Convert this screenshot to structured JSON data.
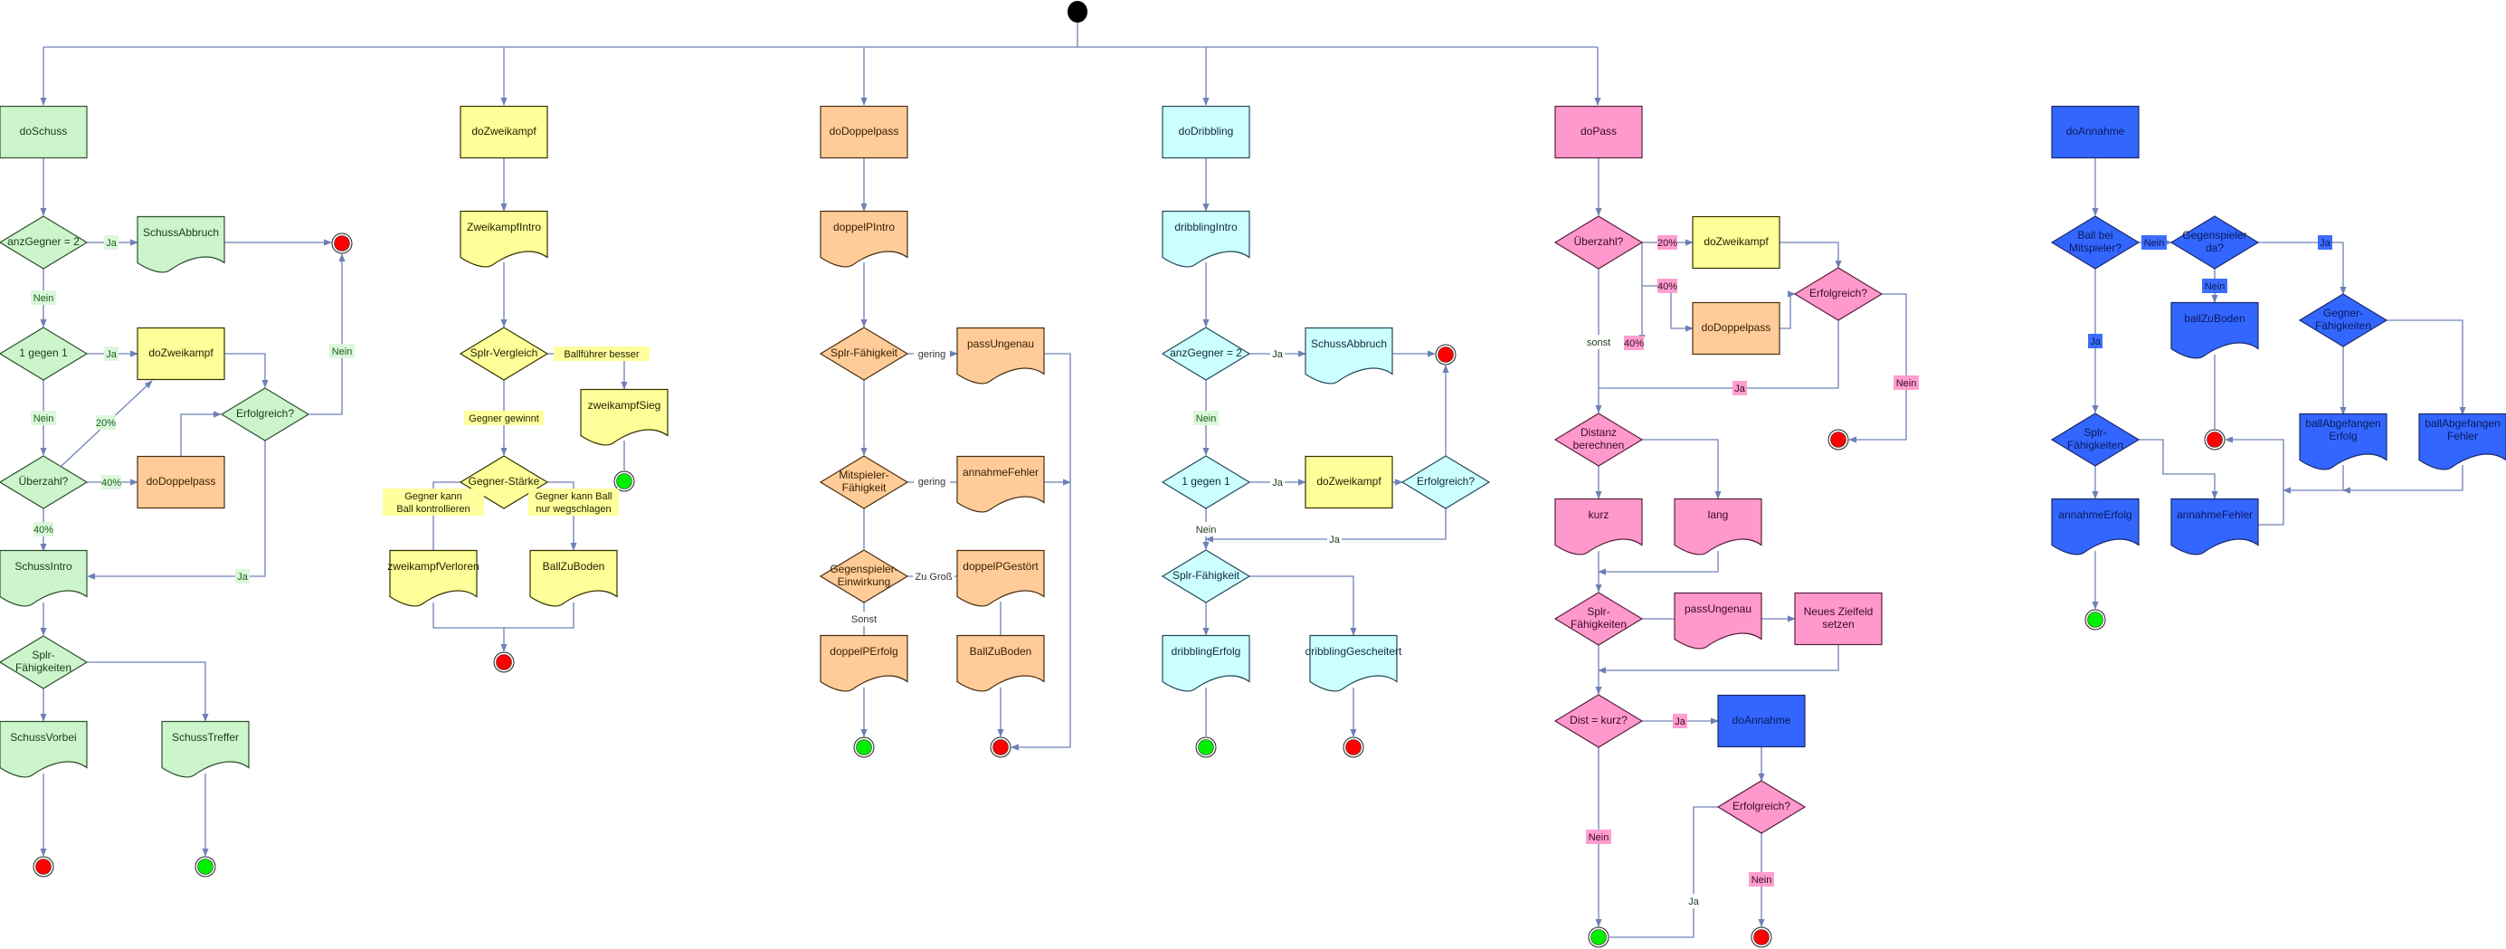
{
  "title": "Spielzug-Ablaufdiagramm",
  "palette": {
    "green": {
      "fill": "#ccf5cc",
      "stroke": "#2f4f2f",
      "text": "#1a3a1a",
      "labelBg": "#d9f7d9",
      "labelText": "#1a5c1a"
    },
    "yellow": {
      "fill": "#ffff99",
      "stroke": "#333300",
      "text": "#222200",
      "labelBg": "#ffff99",
      "labelText": "#222200"
    },
    "orange": {
      "fill": "#ffcc99",
      "stroke": "#4a2e10",
      "text": "#3a2000",
      "labelBg": "#ffffff",
      "labelText": "#333333"
    },
    "cyan": {
      "fill": "#ccffff",
      "stroke": "#244a5a",
      "text": "#102a3a",
      "labelBg": "#ffffff",
      "labelText": "#1a3a1a"
    },
    "pink": {
      "fill": "#ff99cc",
      "stroke": "#5a1f3f",
      "text": "#3a0a25",
      "labelBg": "#ff99cc",
      "labelText": "#3a0a25"
    },
    "blue": {
      "fill": "#3366ff",
      "stroke": "#1a2a6a",
      "text": "#0a1a5a",
      "labelBg": "#3366ff",
      "labelText": "#0a1a5a"
    },
    "edge": "#6f80b8",
    "endFail": "#ff0000",
    "endSuccess": "#00ee00",
    "start": "#000000"
  },
  "nodes": [
    {
      "id": "start",
      "type": "start",
      "label": ""
    },
    {
      "id": "g_doSchuss",
      "type": "process",
      "color": "green",
      "label": "doSchuss"
    },
    {
      "id": "g_anzGegner",
      "type": "decision",
      "color": "green",
      "label": "anzGegner = 2"
    },
    {
      "id": "g_SchussAbbruch",
      "type": "document",
      "color": "green",
      "label": "SchussAbbruch"
    },
    {
      "id": "g_end1",
      "type": "end-fail"
    },
    {
      "id": "g_1gegen1",
      "type": "decision",
      "color": "green",
      "label": "1 gegen 1"
    },
    {
      "id": "g_doZweikampf",
      "type": "process",
      "color": "yellow",
      "label": "doZweikampf"
    },
    {
      "id": "g_Erfolgreich",
      "type": "decision",
      "color": "green",
      "label": "Erfolgreich?"
    },
    {
      "id": "g_Ueberzahl",
      "type": "decision",
      "color": "green",
      "label": "Überzahl?"
    },
    {
      "id": "g_doDoppelpass",
      "type": "process",
      "color": "orange",
      "label": "doDoppelpass"
    },
    {
      "id": "g_SchussIntro",
      "type": "document",
      "color": "green",
      "label": "SchussIntro"
    },
    {
      "id": "g_SplrFaehigkeiten",
      "type": "decision",
      "color": "green",
      "label": "Splr-\nFähigkeiten"
    },
    {
      "id": "g_SchussVorbei",
      "type": "document",
      "color": "green",
      "label": "SchussVorbei"
    },
    {
      "id": "g_SchussTreffer",
      "type": "document",
      "color": "green",
      "label": "SchussTreffer"
    },
    {
      "id": "g_end2",
      "type": "end-fail"
    },
    {
      "id": "g_end3",
      "type": "end-success"
    },
    {
      "id": "y_doZweikampf",
      "type": "process",
      "color": "yellow",
      "label": "doZweikampf"
    },
    {
      "id": "y_Intro",
      "type": "document",
      "color": "yellow",
      "label": "ZweikampfIntro"
    },
    {
      "id": "y_SplrVergleich",
      "type": "decision",
      "color": "yellow",
      "label": "Splr-Vergleich"
    },
    {
      "id": "y_Sieg",
      "type": "document",
      "color": "yellow",
      "label": "zweikampfSieg"
    },
    {
      "id": "y_end1",
      "type": "end-success"
    },
    {
      "id": "y_GegnerStaerke",
      "type": "decision",
      "color": "yellow",
      "label": "Gegner-Stärke"
    },
    {
      "id": "y_Verloren",
      "type": "document",
      "color": "yellow",
      "label": "zweikampfVerloren"
    },
    {
      "id": "y_BallZuBoden",
      "type": "document",
      "color": "yellow",
      "label": "BallZuBoden"
    },
    {
      "id": "y_end2",
      "type": "end-fail"
    },
    {
      "id": "o_doDoppelpass",
      "type": "process",
      "color": "orange",
      "label": "doDoppelpass"
    },
    {
      "id": "o_Intro",
      "type": "document",
      "color": "orange",
      "label": "doppelPIntro"
    },
    {
      "id": "o_SplrFaehigkeit",
      "type": "decision",
      "color": "orange",
      "label": "Splr-Fähigkeit"
    },
    {
      "id": "o_passUngenau",
      "type": "document",
      "color": "orange",
      "label": "passUngenau"
    },
    {
      "id": "o_Mitspieler",
      "type": "decision",
      "color": "orange",
      "label": "Mitspieler-\nFähigkeit"
    },
    {
      "id": "o_annahmeFehler",
      "type": "document",
      "color": "orange",
      "label": "annahmeFehler"
    },
    {
      "id": "o_Gegenspieler",
      "type": "decision",
      "color": "orange",
      "label": "Gegenspieler-\nEinwirkung"
    },
    {
      "id": "o_Gestoert",
      "type": "document",
      "color": "orange",
      "label": "doppelPGestört"
    },
    {
      "id": "o_Erfolg",
      "type": "document",
      "color": "orange",
      "label": "doppelPErfolg"
    },
    {
      "id": "o_BallZuBoden",
      "type": "document",
      "color": "orange",
      "label": "BallZuBoden"
    },
    {
      "id": "o_end1",
      "type": "end-success"
    },
    {
      "id": "o_end2",
      "type": "end-fail"
    },
    {
      "id": "c_doDribbling",
      "type": "process",
      "color": "cyan",
      "label": "doDribbling"
    },
    {
      "id": "c_Intro",
      "type": "document",
      "color": "cyan",
      "label": "dribblingIntro"
    },
    {
      "id": "c_anzGegner",
      "type": "decision",
      "color": "cyan",
      "label": "anzGegner = 2"
    },
    {
      "id": "c_SchussAbbruch",
      "type": "document",
      "color": "cyan",
      "label": "SchussAbbruch"
    },
    {
      "id": "c_end1",
      "type": "end-fail"
    },
    {
      "id": "c_1gegen1",
      "type": "decision",
      "color": "cyan",
      "label": "1 gegen 1"
    },
    {
      "id": "c_doZweikampf",
      "type": "process",
      "color": "yellow",
      "label": "doZweikampf"
    },
    {
      "id": "c_Erfolgreich",
      "type": "decision",
      "color": "cyan",
      "label": "Erfolgreich?"
    },
    {
      "id": "c_SplrFaehigkeit",
      "type": "decision",
      "color": "cyan",
      "label": "Splr-Fähigkeit"
    },
    {
      "id": "c_Erfolg",
      "type": "document",
      "color": "cyan",
      "label": "dribblingErfolg"
    },
    {
      "id": "c_Gescheitert",
      "type": "document",
      "color": "cyan",
      "label": "dribblingGescheitert"
    },
    {
      "id": "c_end2",
      "type": "end-success"
    },
    {
      "id": "c_end3",
      "type": "end-fail"
    },
    {
      "id": "p_doPass",
      "type": "process",
      "color": "pink",
      "label": "doPass"
    },
    {
      "id": "p_Ueberzahl",
      "type": "decision",
      "color": "pink",
      "label": "Überzahl?"
    },
    {
      "id": "p_doZweikampf",
      "type": "process",
      "color": "yellow",
      "label": "doZweikampf"
    },
    {
      "id": "p_doDoppelpass",
      "type": "process",
      "color": "orange",
      "label": "doDoppelpass"
    },
    {
      "id": "p_Erfolgreich",
      "type": "decision",
      "color": "pink",
      "label": "Erfolgreich?"
    },
    {
      "id": "p_end1",
      "type": "end-fail"
    },
    {
      "id": "p_Distanz",
      "type": "decision",
      "color": "pink",
      "label": "Distanz\nberechnen"
    },
    {
      "id": "p_kurz",
      "type": "document",
      "color": "pink",
      "label": "kurz"
    },
    {
      "id": "p_lang",
      "type": "document",
      "color": "pink",
      "label": "lang"
    },
    {
      "id": "p_SplrFaehigkeiten",
      "type": "decision",
      "color": "pink",
      "label": "Splr-\nFähigkeiten"
    },
    {
      "id": "p_passUngenau",
      "type": "document",
      "color": "pink",
      "label": "passUngenau"
    },
    {
      "id": "p_NeuesZielfeld",
      "type": "process",
      "color": "pink",
      "label": "Neues Zielfeld\nsetzen"
    },
    {
      "id": "p_DistKurz",
      "type": "decision",
      "color": "pink",
      "label": "Dist = kurz?"
    },
    {
      "id": "p_doAnnahme",
      "type": "process",
      "color": "blue",
      "label": "doAnnahme"
    },
    {
      "id": "p_Erfolgreich2",
      "type": "decision",
      "color": "pink",
      "label": "Erfolgreich?"
    },
    {
      "id": "p_end2",
      "type": "end-success"
    },
    {
      "id": "p_end3",
      "type": "end-fail"
    },
    {
      "id": "b_doAnnahme",
      "type": "process",
      "color": "blue",
      "label": "doAnnahme"
    },
    {
      "id": "b_BallBeiMitspieler",
      "type": "decision",
      "color": "blue",
      "label": "Ball bei\nMitspieler?"
    },
    {
      "id": "b_Gegenspieler",
      "type": "decision",
      "color": "blue",
      "label": "Gegenspieler\nda?"
    },
    {
      "id": "b_ballZuBoden",
      "type": "document",
      "color": "blue",
      "label": "ballZuBoden"
    },
    {
      "id": "b_GegnerFaehigkeiten",
      "type": "decision",
      "color": "blue",
      "label": "Gegner-\nFähigkeiten"
    },
    {
      "id": "b_SplrFaehigkeiten",
      "type": "decision",
      "color": "blue",
      "label": "Splr-\nFähigkeiten"
    },
    {
      "id": "b_end1",
      "type": "end-fail"
    },
    {
      "id": "b_AbgErfolg",
      "type": "document",
      "color": "blue",
      "label": "ballAbgefangen\nErfolg"
    },
    {
      "id": "b_AbgFehler",
      "type": "document",
      "color": "blue",
      "label": "ballAbgefangen\nFehler"
    },
    {
      "id": "b_annahmeErfolg",
      "type": "document",
      "color": "blue",
      "label": "annahmeErfolg"
    },
    {
      "id": "b_annahmeFehler",
      "type": "document",
      "color": "blue",
      "label": "annahmeFehler"
    },
    {
      "id": "b_end2",
      "type": "end-success"
    }
  ],
  "edge_labels": [
    {
      "id": "gl_ja1",
      "color": "green",
      "text": "Ja"
    },
    {
      "id": "gl_nein1",
      "color": "green",
      "text": "Nein"
    },
    {
      "id": "gl_ja2",
      "color": "green",
      "text": "Ja"
    },
    {
      "id": "gl_nein2",
      "color": "green",
      "text": "Nein"
    },
    {
      "id": "gl_20",
      "color": "green",
      "text": "20%"
    },
    {
      "id": "gl_40a",
      "color": "green",
      "text": "40%"
    },
    {
      "id": "gl_40b",
      "color": "green",
      "text": "40%"
    },
    {
      "id": "gl_nein3",
      "color": "green",
      "text": "Nein"
    },
    {
      "id": "gl_ja3",
      "color": "green",
      "text": "Ja"
    },
    {
      "id": "yl_besser",
      "color": "yellow",
      "text": "Ballführer besser"
    },
    {
      "id": "yl_gewinnt",
      "color": "yellow",
      "text": "Gegner gewinnt"
    },
    {
      "id": "yl_kontrollieren",
      "color": "yellow",
      "text": "Gegner kann\nBall kontrollieren"
    },
    {
      "id": "yl_wegschlagen",
      "color": "yellow",
      "text": "Gegner kann Ball\nnur wegschlagen"
    },
    {
      "id": "ol_gering1",
      "color": "orange",
      "text": "gering"
    },
    {
      "id": "ol_gering2",
      "color": "orange",
      "text": "gering"
    },
    {
      "id": "ol_zugross",
      "color": "orange",
      "text": "Zu Groß"
    },
    {
      "id": "ol_sonst",
      "color": "orange",
      "text": "Sonst"
    },
    {
      "id": "cl_ja1",
      "color": "cyan",
      "text": "Ja"
    },
    {
      "id": "cl_nein1",
      "color": "green",
      "text": "Nein"
    },
    {
      "id": "cl_ja2",
      "color": "cyan",
      "text": "Ja"
    },
    {
      "id": "cl_nein2",
      "color": "cyan",
      "text": "Nein"
    },
    {
      "id": "cl_ja3",
      "color": "cyan",
      "text": "Ja"
    },
    {
      "id": "pl_20",
      "color": "pink",
      "text": "20%"
    },
    {
      "id": "pl_40a",
      "color": "pink",
      "text": "40%"
    },
    {
      "id": "pl_40b",
      "color": "pink",
      "text": "40%"
    },
    {
      "id": "pl_sonst",
      "color": "cyan",
      "text": "sonst"
    },
    {
      "id": "pl_ja1",
      "color": "pink",
      "text": "Ja"
    },
    {
      "id": "pl_nein1",
      "color": "pink",
      "text": "Nein"
    },
    {
      "id": "pl_ja2",
      "color": "pink",
      "text": "Ja"
    },
    {
      "id": "pl_nein2",
      "color": "pink",
      "text": "Nein"
    },
    {
      "id": "pl_nein3",
      "color": "pink",
      "text": "Nein"
    },
    {
      "id": "pl_ja3",
      "color": "cyan",
      "text": "Ja"
    },
    {
      "id": "bl_nein1",
      "color": "blue",
      "text": "Nein"
    },
    {
      "id": "bl_ja1",
      "color": "blue",
      "text": "Ja"
    },
    {
      "id": "bl_nein2",
      "color": "blue",
      "text": "Nein"
    },
    {
      "id": "bl_ja2",
      "color": "blue",
      "text": "Ja"
    }
  ]
}
